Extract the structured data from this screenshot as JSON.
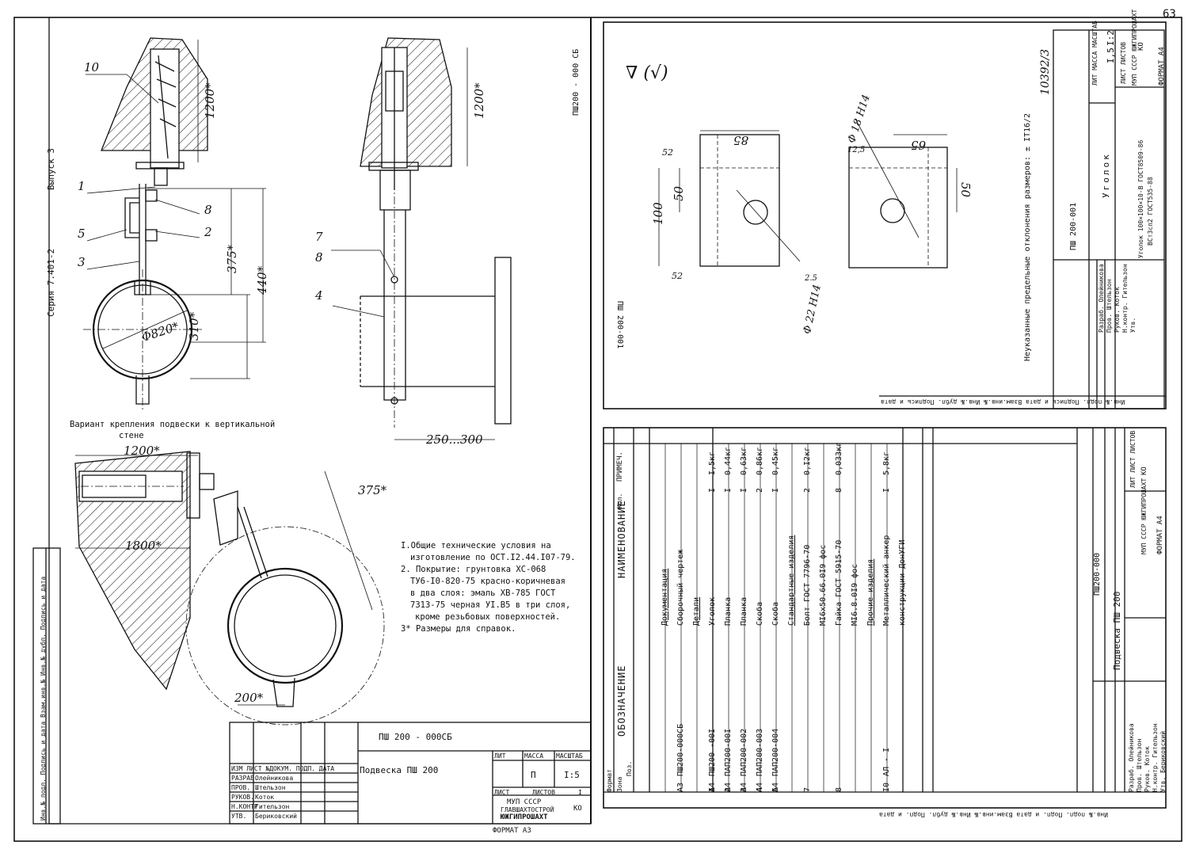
{
  "sheet_corner": "63",
  "series_label": "Серия 7.401-2",
  "issue_label": "Выпуск 3",
  "left": {
    "doc_code_vertical": "ПШ200 - 000 СБ",
    "callouts": [
      "10",
      "1",
      "8",
      "5",
      "2",
      "3",
      "7",
      "8",
      "4"
    ],
    "dims": {
      "d1200": "1200*",
      "d1200b": "1200*",
      "d375": "375*",
      "d440": "440*",
      "d310": "310*",
      "dia820": "Φ820*",
      "d250_300": "250...300",
      "w1200": "1200*",
      "w1800": "1800*",
      "d375b": "375*",
      "d200": "200*"
    },
    "variant_caption_1": "Вариант крепления подвески к вертикальной",
    "variant_caption_2": "стене",
    "notes": [
      "I.Общие технические условия на",
      "изготовление по ОСТ.I2.44.I07-79.",
      "2. Покрытие: грунтовка ХС-068",
      "ТУ6-I0-820-75 красно-коричневая",
      "в два слоя: эмаль ХВ-785 ГОСТ",
      "7313-75 черная УI.В5 в три слоя,",
      "кроме резьбовых поверхностей.",
      "3* Размеры для справок."
    ],
    "vertical_stamp": "Инв.№ подл.  Подпись и дата  Взам.инв.№  Инв.№ дубл.  Подпись и дата",
    "titleblock": {
      "code": "ПШ 200 - 000СБ",
      "title": "Подвеска ПШ 200",
      "lit_header": "ЛИТ",
      "mass_header": "МАССА",
      "scale_header": "МАСШТАБ",
      "mass": "П",
      "scale": "I:5",
      "sheet_label": "ЛИСТ",
      "sheets_label": "ЛИСТОВ",
      "sheets_value": "I",
      "head_cols": "ИЗМ ЛИСТ №ДОКУМ. ПОДП. ДАТА",
      "roles": [
        {
          "role": "РАЗРАБ.",
          "name": "Олейникова"
        },
        {
          "role": "ПРОВ.",
          "name": "Штельзон"
        },
        {
          "role": "РУКОВ.",
          "name": "Коток"
        },
        {
          "role": "Н.КОНТР.",
          "name": "Гительзон"
        },
        {
          "role": "УТВ.",
          "name": "Бериковский"
        }
      ],
      "org1": "МУП СССР",
      "org2": "ГЛАВШАХТОСТРОЙ",
      "org3": "ЮЖГИПРОШАХТ",
      "org_suffix": "КО",
      "format": "ФОРМАТ А3"
    }
  },
  "top_right": {
    "roughness": "∇ (√)",
    "hole1": "Φ 22 Н14",
    "hole2": "Φ 18 Н14",
    "dims": [
      "85",
      "50",
      "100",
      "52",
      "52",
      "65",
      "50",
      "12,5"
    ],
    "chamfer1": "2.5",
    "chamfer2": "12,5",
    "code_vertical": "ПШ 200-001",
    "note": "Неуказанные предельные отклонения размеров: ± IТ16/2",
    "drawing_no": "10392/3",
    "titleblock": {
      "code": "ПШ 200-001",
      "title": "Уголок",
      "material1": "Уголок 100×100×10-В ГОСТ8509-86",
      "material2": "ВСт3сп2 ГОСТ535-88",
      "mass": "I,5",
      "scale": "I:2",
      "lit_mass_scale": "ЛИТ  МАССА  МАСШТАБ",
      "sheet_row": "ЛИСТ  ЛИСТОВ",
      "roles": [
        "Разраб. Олейникова",
        "Пров. Штельзон",
        "Руков. Коток",
        "Н.контр. Гительзон",
        "Утв."
      ],
      "org": "МУП СССР ЮЖГИПРОШАХТ",
      "org_suffix": "КО",
      "format": "ФОРМАТ А4"
    },
    "bottom_stamp": "Инв.№ подл.  Подпись и дата  Взам.инв.№  Инв.№ дубл.  Подпись и дата"
  },
  "spec": {
    "headers": {
      "format": "Формат",
      "zone": "Зона",
      "pos": "Поз.",
      "designation": "ОБОЗНАЧЕНИЕ",
      "name": "НАИМЕНОВАНИЕ",
      "qty": "Кол.",
      "note": "ПРИМЕЧ."
    },
    "rows": [
      {
        "format": "",
        "pos": "",
        "designation": "",
        "name": "Документация",
        "qty": "",
        "note": "",
        "heading": true
      },
      {
        "format": "А3",
        "pos": "",
        "designation": "ПШ200-000СБ",
        "name": "Сборочный чертеж",
        "qty": "",
        "note": ""
      },
      {
        "format": "",
        "pos": "",
        "designation": "",
        "name": "Детали",
        "qty": "",
        "note": "",
        "heading": true
      },
      {
        "format": "А4",
        "pos": "I",
        "designation": "ПШ200 -00I",
        "name": "Уголок",
        "qty": "I",
        "note": "I,5кг"
      },
      {
        "format": "А4",
        "pos": "2",
        "designation": "ПАП200-00I",
        "name": "Планка",
        "qty": "I",
        "note": "0,44кг"
      },
      {
        "format": "А4",
        "pos": "3",
        "designation": "ПАП200-002",
        "name": "Планка",
        "qty": "I",
        "note": "0,63кг"
      },
      {
        "format": "А4",
        "pos": "4",
        "designation": "ПАП200-003",
        "name": "Скоба",
        "qty": "2",
        "note": "0,86кг"
      },
      {
        "format": "А4",
        "pos": "5",
        "designation": "ПАП200-004",
        "name": "Скоба",
        "qty": "I",
        "note": "0,45кг"
      },
      {
        "format": "",
        "pos": "",
        "designation": "",
        "name": "Стандартные изделия",
        "qty": "",
        "note": "",
        "heading": true
      },
      {
        "format": "",
        "pos": "7",
        "designation": "",
        "name": "Болт ГОСТ 7796-70",
        "qty": "2",
        "note": "0,I2кг"
      },
      {
        "format": "",
        "pos": "",
        "designation": "",
        "name": "МI6х50.66.0I9 фос",
        "qty": "",
        "note": ""
      },
      {
        "format": "",
        "pos": "8",
        "designation": "",
        "name": "Гайка ГОСТ 5915-70",
        "qty": "8",
        "note": "0,033кг"
      },
      {
        "format": "",
        "pos": "",
        "designation": "",
        "name": "МI6.8.0I9 фос",
        "qty": "",
        "note": ""
      },
      {
        "format": "",
        "pos": "",
        "designation": "",
        "name": "Прочие изделия",
        "qty": "",
        "note": "",
        "heading": true
      },
      {
        "format": "",
        "pos": "I0",
        "designation": "АЛ - I",
        "name": "Металлический анкер",
        "qty": "I",
        "note": "5,8кг"
      },
      {
        "format": "",
        "pos": "",
        "designation": "",
        "name": "конструкции ДонУГИ",
        "qty": "",
        "note": ""
      }
    ],
    "titleblock": {
      "code": "ПШ200-000",
      "title": "Подвеска ПШ 200",
      "lit_row": "ЛИТ  ЛИСТ  ЛИСТОВ",
      "roles": [
        "Разраб. Олейникова",
        "Пров. Штельзон",
        "Руков. Коток",
        "Н.контр. Гительзон",
        "Утв. Бериковский"
      ],
      "org": "МУП СССР ЮЖГИПРОШАХТ",
      "org_suffix": "КО",
      "format": "ФОРМАТ А4"
    },
    "bottom_stamp": "Инв.№ подл.  Подп. и дата  Взам.инв.№  Инв.№ дубл.  Подп. и дата"
  }
}
